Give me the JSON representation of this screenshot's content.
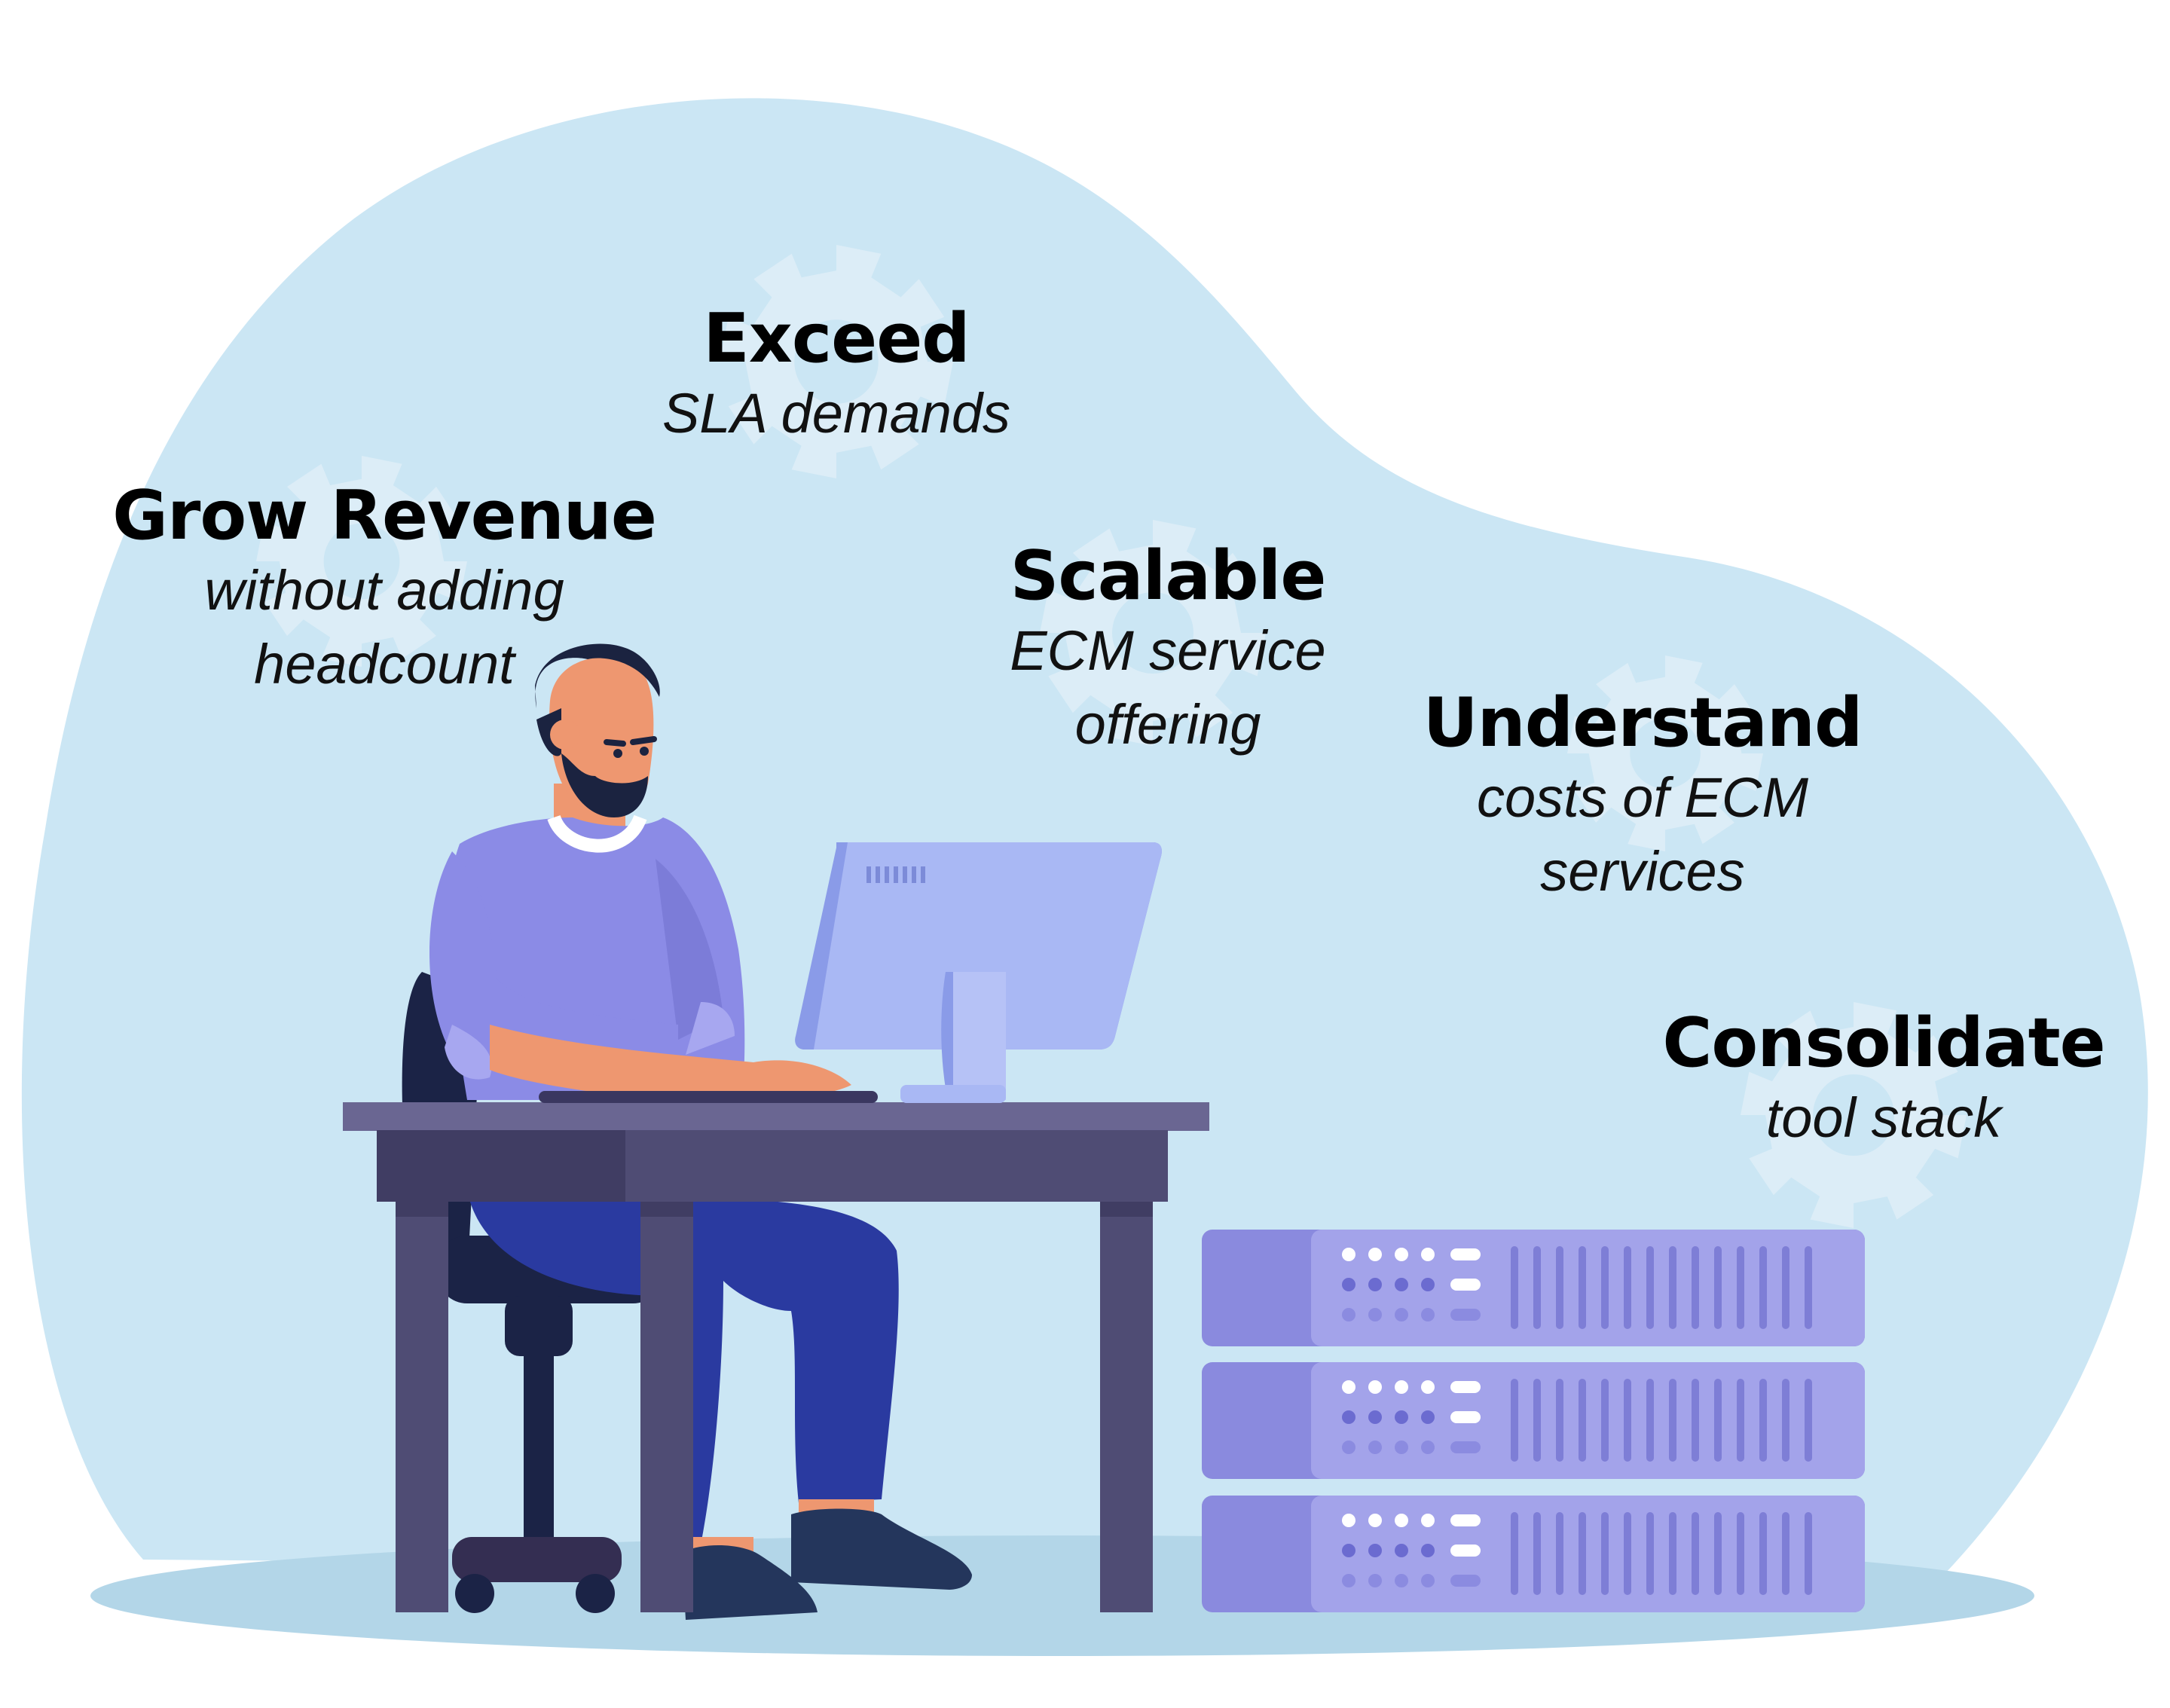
{
  "labels": [
    {
      "id": "exceed",
      "title": "Exceed",
      "lines": [
        "SLA demands"
      ]
    },
    {
      "id": "grow-revenue",
      "title": "Grow Revenue",
      "lines": [
        "without adding",
        "headcount"
      ]
    },
    {
      "id": "scalable",
      "title": "Scalable",
      "lines": [
        "ECM service",
        "offering"
      ]
    },
    {
      "id": "understand",
      "title": "Understand",
      "lines": [
        "costs of ECM",
        "services"
      ]
    },
    {
      "id": "consolidate",
      "title": "Consolidate",
      "lines": [
        "tool stack"
      ]
    }
  ],
  "colors": {
    "blob": "#cbe6f4",
    "floor_shadow": "#b3d6e8",
    "gear": "#dcedf7",
    "desk_top": "#6a6692",
    "desk_front": "#4f4c74",
    "shirt": "#8b8be6",
    "pants": "#2a3aa0",
    "skin": "#ee9770",
    "hair": "#1b2340",
    "monitor": "#a9b8f4",
    "server": "#a3a3ea",
    "server_dark": "#8a8ade"
  },
  "icons": [
    "gear-icon",
    "person-illustration",
    "desk-illustration",
    "monitor-illustration",
    "server-rack-illustration",
    "office-chair-illustration"
  ]
}
